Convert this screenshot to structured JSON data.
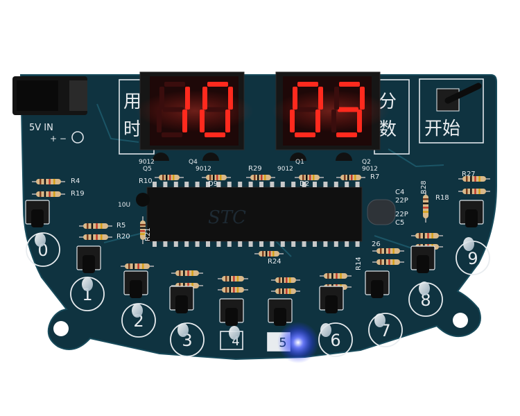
{
  "board": {
    "power_label": "5V IN",
    "polarity": "+ −",
    "left_cjk_top": "用",
    "left_cjk_bottom": "时",
    "right_cjk_top": "分",
    "right_cjk_bottom": "数",
    "start_label": "开始",
    "chip_label": "STC"
  },
  "display": {
    "left_digits": [
      "1",
      "0"
    ],
    "right_digits": [
      "0",
      "3"
    ],
    "segment_on": "#ff2a1e",
    "segment_off": "#3a0d0d"
  },
  "components": {
    "transistors": [
      "9012",
      "Q5",
      "Q4",
      "9012",
      "Q1",
      "9012",
      "Q2",
      "9012"
    ],
    "resistors_left": [
      "R4",
      "R19",
      "R5",
      "R20",
      "R10",
      "R21"
    ],
    "resistors_mid": [
      "R29",
      "D9",
      "D2",
      "R7",
      "R24",
      "R14",
      "26"
    ],
    "resistors_right": [
      "R28",
      "R18",
      "R27",
      "C4",
      "22P",
      "22P",
      "C5"
    ],
    "capacitor": "10U"
  },
  "buttons": [
    {
      "number": "0"
    },
    {
      "number": "1"
    },
    {
      "number": "2"
    },
    {
      "number": "3"
    },
    {
      "number": "4"
    },
    {
      "number": "5"
    },
    {
      "number": "6"
    },
    {
      "number": "7"
    },
    {
      "number": "8"
    },
    {
      "number": "9"
    }
  ],
  "colors": {
    "pcb": "#0f3340",
    "pcb_edge": "#174a5a",
    "silkscreen": "#e8ecef",
    "blue_led": "#3b5bff"
  }
}
